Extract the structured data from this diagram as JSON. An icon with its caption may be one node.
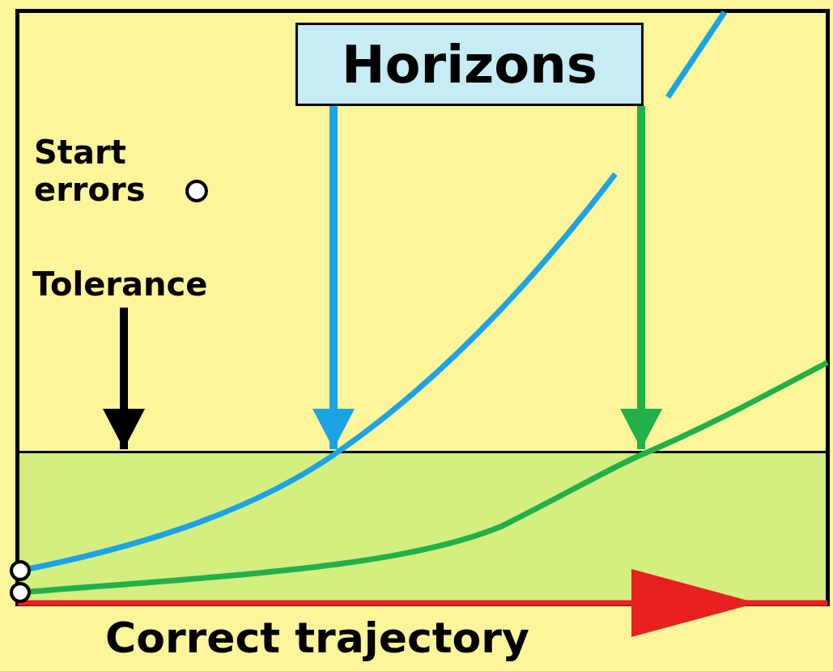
{
  "diagram": {
    "nodes": [
      {
        "text": [
          "Horizons"
        ]
      },
      {
        "text": [
          "Tolerance"
        ]
      },
      {
        "text": [],
        "shape": "box"
      }
    ],
    "edges": [
      {
        "from": 0,
        "to": 2,
        "arrow": "to",
        "color": "#1ca3e6"
      },
      {
        "from": 0,
        "to": 2,
        "arrow": "to",
        "color": "#22b04a"
      },
      {
        "from": 1,
        "to": 2,
        "arrow": "to",
        "color": "#000000"
      }
    ],
    "labels": [
      "Correct trajectory"
    ],
    "legend": [
      {
        "text": "Start errors"
      }
    ]
  }
}
